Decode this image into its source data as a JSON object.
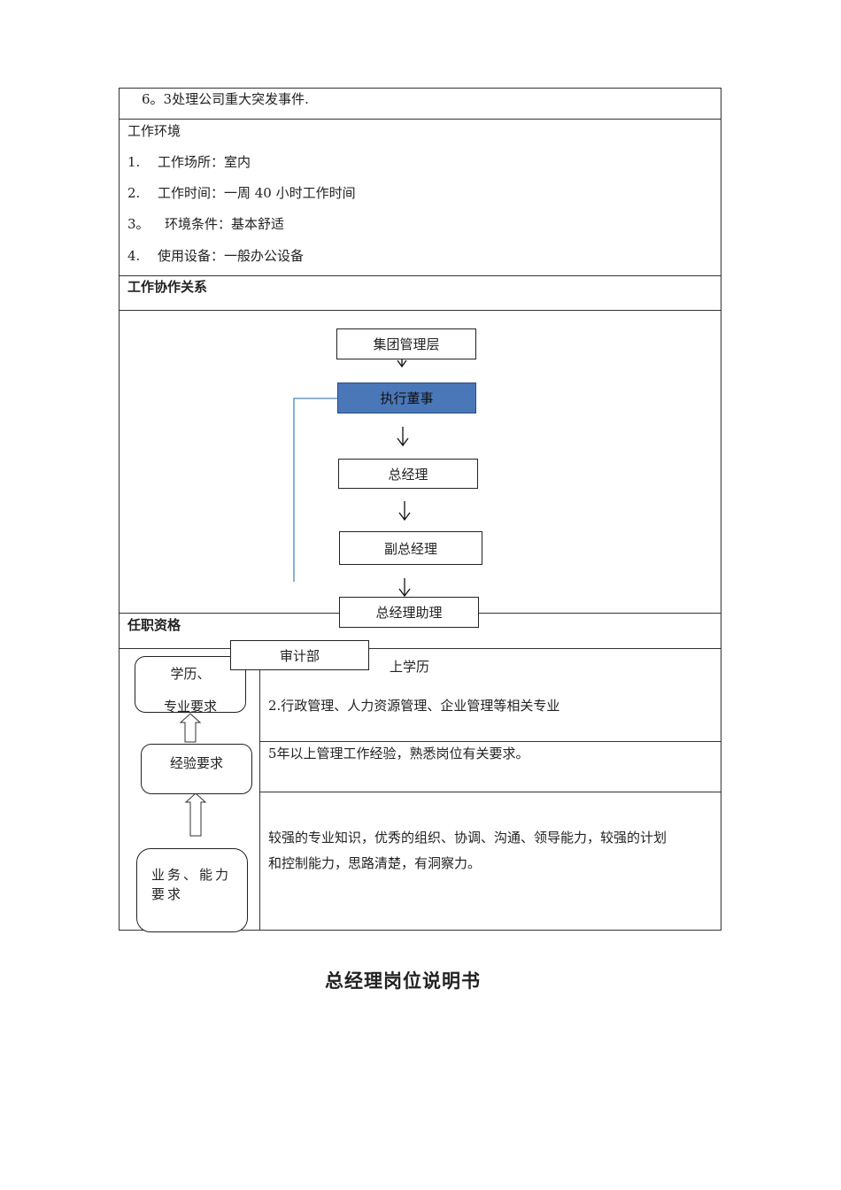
{
  "responsibility_line": "6。3处理公司重大突发事件.",
  "environment": {
    "heading": "工作环境",
    "items": [
      {
        "num": "1.",
        "text": "工作场所：室内"
      },
      {
        "num": "2.",
        "text": "工作时间：一周 40 小时工作时间"
      },
      {
        "num": "3。",
        "text": "环境条件：基本舒适"
      },
      {
        "num": "4.",
        "text": "使用设备：一般办公设备"
      }
    ]
  },
  "collaboration": {
    "heading": "工作协作关系",
    "chart": {
      "group_mgmt": "集团管理层",
      "exec_director": "执行董事",
      "general_manager": "总经理",
      "deputy_gm": "副总经理",
      "gm_assistant": "总经理助理",
      "audit": "审计部",
      "accent_color": "#4a77b8"
    }
  },
  "qualifications": {
    "heading": "任职资格",
    "left_boxes": {
      "education": "学历、",
      "education_cut": "专业要求",
      "experience": "经验要求",
      "ability": "业务、能力要求"
    },
    "education_line1": "上学历",
    "education_line2": "2.行政管理、人力资源管理、企业管理等相关专业",
    "experience_text": "5年以上管理工作经验，熟悉岗位有关要求。",
    "ability_line1": "较强的专业知识，优秀的组织、协调、沟通、领导能力，较强的计划",
    "ability_line2": "和控制能力，思路清楚，有洞察力。"
  },
  "doc_title": "总经理岗位说明书"
}
